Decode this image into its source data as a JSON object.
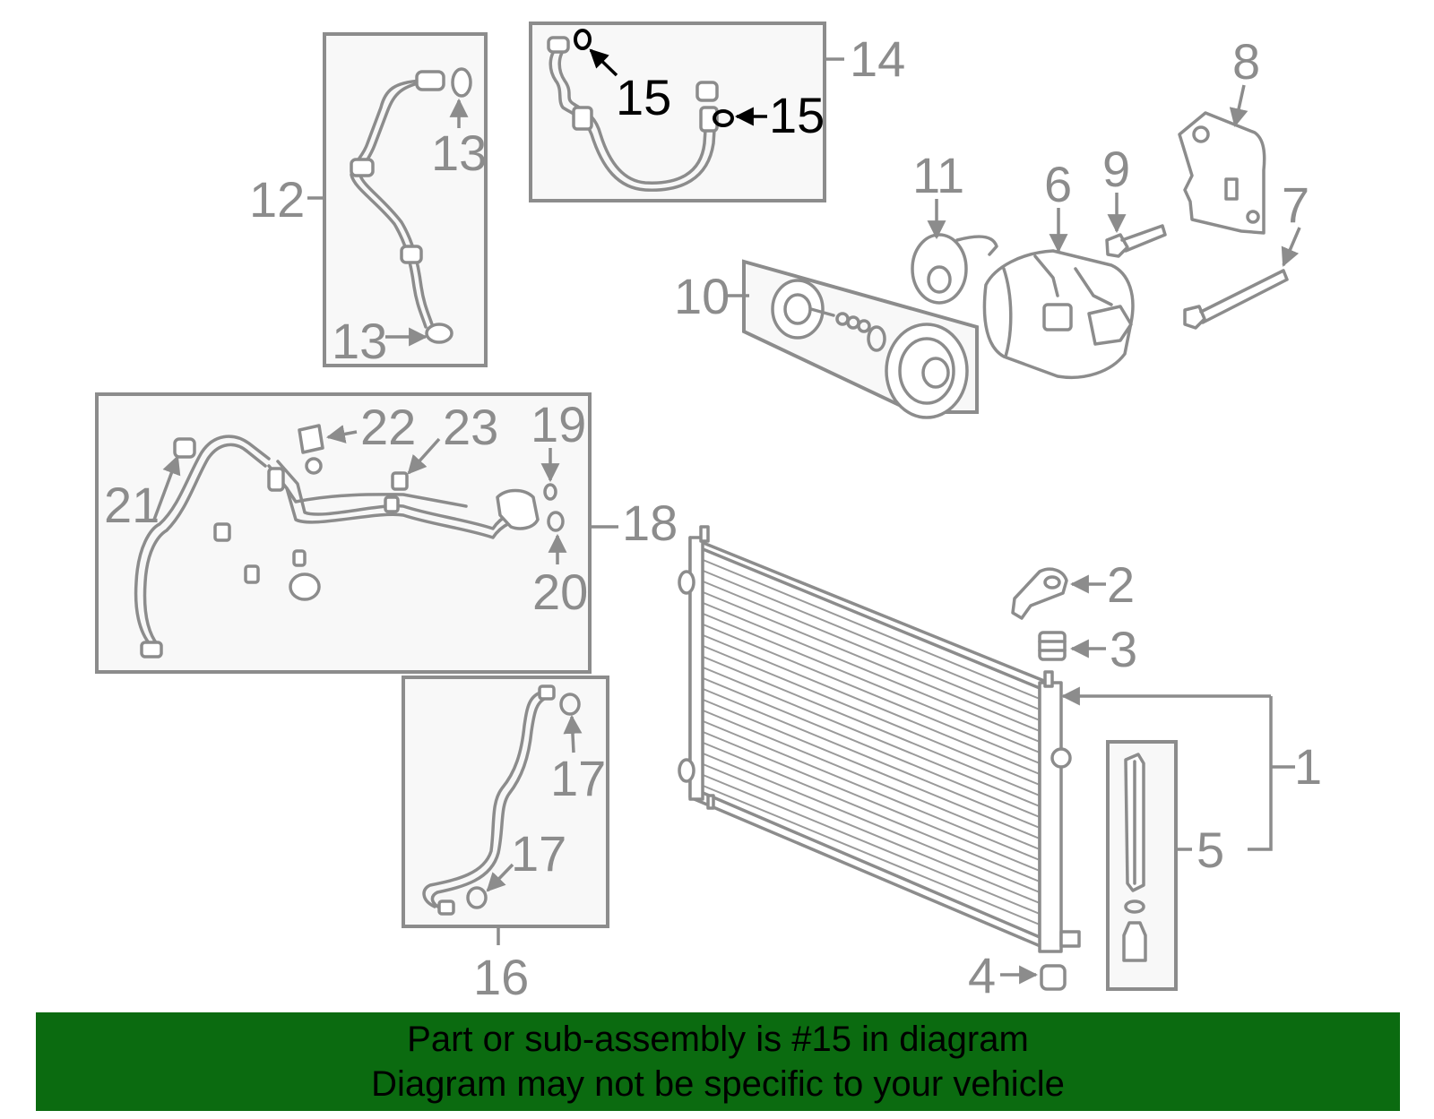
{
  "callouts": [
    {
      "id": "1",
      "text": "1"
    },
    {
      "id": "2",
      "text": "2"
    },
    {
      "id": "3",
      "text": "3"
    },
    {
      "id": "4",
      "text": "4"
    },
    {
      "id": "5",
      "text": "5"
    },
    {
      "id": "6",
      "text": "6"
    },
    {
      "id": "7",
      "text": "7"
    },
    {
      "id": "8",
      "text": "8"
    },
    {
      "id": "9",
      "text": "9"
    },
    {
      "id": "10",
      "text": "10"
    },
    {
      "id": "11",
      "text": "11"
    },
    {
      "id": "12",
      "text": "12"
    },
    {
      "id": "13a",
      "text": "13"
    },
    {
      "id": "13b",
      "text": "13"
    },
    {
      "id": "14",
      "text": "14"
    },
    {
      "id": "15a",
      "text": "15"
    },
    {
      "id": "15b",
      "text": "15"
    },
    {
      "id": "16",
      "text": "16"
    },
    {
      "id": "17a",
      "text": "17"
    },
    {
      "id": "17b",
      "text": "17"
    },
    {
      "id": "18",
      "text": "18"
    },
    {
      "id": "19",
      "text": "19"
    },
    {
      "id": "20",
      "text": "20"
    },
    {
      "id": "21",
      "text": "21"
    },
    {
      "id": "22",
      "text": "22"
    },
    {
      "id": "23",
      "text": "23"
    }
  ],
  "highlighted_part": "15",
  "banner": {
    "line1": "Part or sub-assembly is #15 in diagram",
    "line2": "Diagram may not be specific to your vehicle"
  },
  "colors": {
    "line": "#8c8c8c",
    "highlight": "#000000",
    "banner_bg": "#0b6b10",
    "box_fill": "#f8f8f8"
  }
}
